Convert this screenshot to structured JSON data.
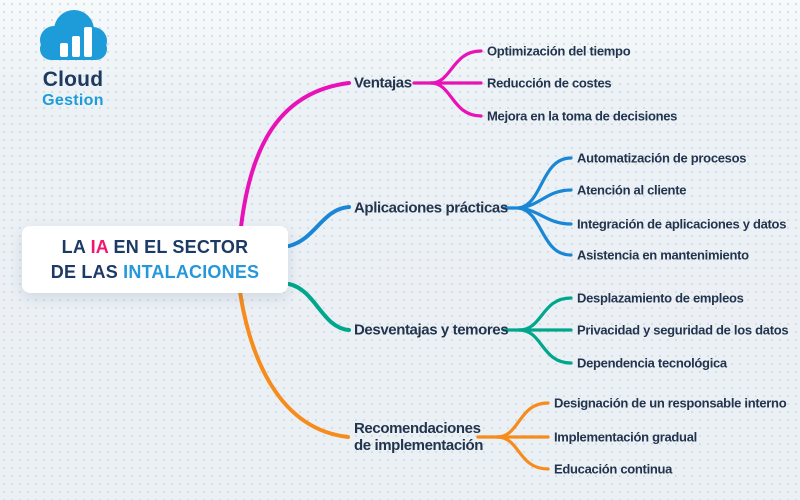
{
  "logo": {
    "name": "Cloud",
    "tagline": "Gestion"
  },
  "center": {
    "line1_part1": "LA",
    "line1_part2": "IA",
    "line1_part3": "EN EL SECTOR",
    "line2_part1": "DE LAS",
    "line2_part2": "INTALACIONES"
  },
  "branches": [
    {
      "label": "Ventajas",
      "color": "#e813b8",
      "children": [
        "Optimización del tiempo",
        "Reducción de costes",
        "Mejora en la toma de decisiones"
      ]
    },
    {
      "label": "Aplicaciones prácticas",
      "color": "#1987d5",
      "children": [
        "Automatización de procesos",
        "Atención al cliente",
        "Integración de aplicaciones y datos",
        "Asistencia en mantenimiento"
      ]
    },
    {
      "label": "Desventajas y temores",
      "color": "#00a78c",
      "children": [
        "Desplazamiento de empleos",
        "Privacidad y seguridad de los datos",
        "Dependencia tecnológica"
      ]
    },
    {
      "label_line1": "Recomendaciones",
      "label_line2": "de implementación",
      "color": "#f78c1e",
      "children": [
        "Designación de un responsable interno",
        "Implementación gradual",
        "Educación continua"
      ]
    }
  ],
  "colors": {
    "background": "#ebf0f4",
    "dot_grid": "#d2dee6",
    "node_text": "#22344e",
    "title_navy": "#1c3a66",
    "title_pink": "#f3146e",
    "title_blue": "#2598da",
    "logo_blue": "#1e9cd9",
    "logo_navy": "#1e3a60"
  }
}
